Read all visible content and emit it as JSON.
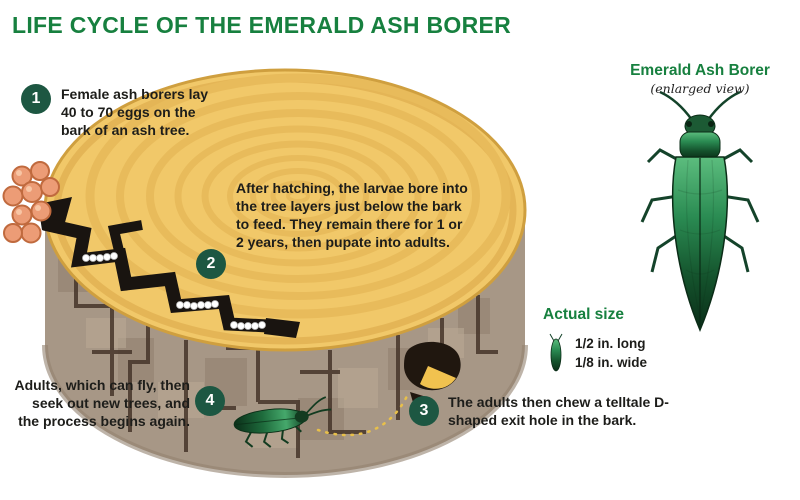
{
  "title": "LIFE CYCLE OF THE EMERALD ASH BORER",
  "steps": [
    {
      "number": "1",
      "text": "Female ash borers lay 40 to 70 eggs on the bark of an ash tree."
    },
    {
      "number": "2",
      "text": "After hatching, the larvae bore into the tree layers just below the bark to feed. They remain there for 1 or 2 years, then pupate into adults."
    },
    {
      "number": "3",
      "text": "The adults then chew a telltale D-shaped exit hole in the bark."
    },
    {
      "number": "4",
      "text": "Adults, which can fly, then seek out new trees, and the process begins again."
    }
  ],
  "beetle_panel": {
    "title": "Emerald Ash Borer",
    "subtitle": "(enlarged view)",
    "actual_size_label": "Actual size",
    "length": "1/2 in. long",
    "width": "1/8 in. wide"
  },
  "colors": {
    "title_green": "#17803f",
    "step_badge_green": "#1d5742",
    "stump_top_yellow": "#f1c869",
    "stump_side_brown": "#a79786",
    "tunnel_black": "#191410",
    "egg_salmon": "#ec9c76",
    "beetle_green_dark": "#14522c",
    "beetle_green_light": "#5cbd7e",
    "exit_hole_yellow": "#f1c24f"
  }
}
